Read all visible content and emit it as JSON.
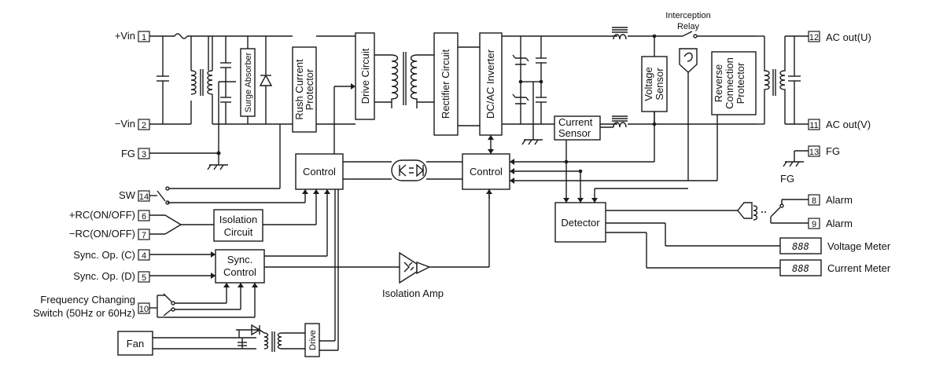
{
  "terminals": {
    "vin_pos": {
      "label": "+Vin",
      "num": "1"
    },
    "vin_neg": {
      "label": "−Vin",
      "num": "2"
    },
    "fg_in": {
      "label": "FG",
      "num": "3"
    },
    "sw": {
      "label": "SW",
      "num": "14"
    },
    "rc_pos": {
      "label": "+RC(ON/OFF)",
      "num": "6"
    },
    "rc_neg": {
      "label": "−RC(ON/OFF)",
      "num": "7"
    },
    "sync_c": {
      "label": "Sync. Op. (C)",
      "num": "4"
    },
    "sync_d": {
      "label": "Sync. Op. (D)",
      "num": "5"
    },
    "freq_sw": {
      "label_line1": "Frequency Changing",
      "label_line2": "Switch (50Hz or 60Hz)",
      "num": "10"
    },
    "ac_u": {
      "label": "AC out(U)",
      "num": "12"
    },
    "ac_v": {
      "label": "AC out(V)",
      "num": "11"
    },
    "fg_out": {
      "label": "FG",
      "num": "13",
      "ground_label": "FG"
    },
    "alarm1": {
      "label": "Alarm",
      "num": "8"
    },
    "alarm2": {
      "label": "Alarm",
      "num": "9"
    },
    "voltage_meter": {
      "label": "Voltage Meter",
      "display": "888"
    },
    "current_meter": {
      "label": "Current Meter",
      "display": "888"
    }
  },
  "blocks": {
    "surge_absorber": "Surge Absorber",
    "rush_current": {
      "line1": "Rush Current",
      "line2": "Protector"
    },
    "drive_circuit": "Drive Circuit",
    "rectifier": "Rectifier Circuit",
    "dcac": "DC/AC Inverter",
    "voltage_sensor": {
      "line1": "Voltage",
      "line2": "Sensor"
    },
    "reverse_protector": {
      "line1": "Reverse",
      "line2": "Connection",
      "line3": "Protector"
    },
    "current_sensor": {
      "line1": "Current",
      "line2": "Sensor"
    },
    "control_left": "Control",
    "control_right": "Control",
    "detector": "Detector",
    "isolation_circuit": {
      "line1": "Isolation",
      "line2": "Circuit"
    },
    "sync_control": {
      "line1": "Sync.",
      "line2": "Control"
    },
    "fan": "Fan",
    "drive_small": "Drive",
    "isolation_amp": "Isolation Amp",
    "interception_relay": {
      "line1": "Interception",
      "line2": "Relay"
    }
  }
}
